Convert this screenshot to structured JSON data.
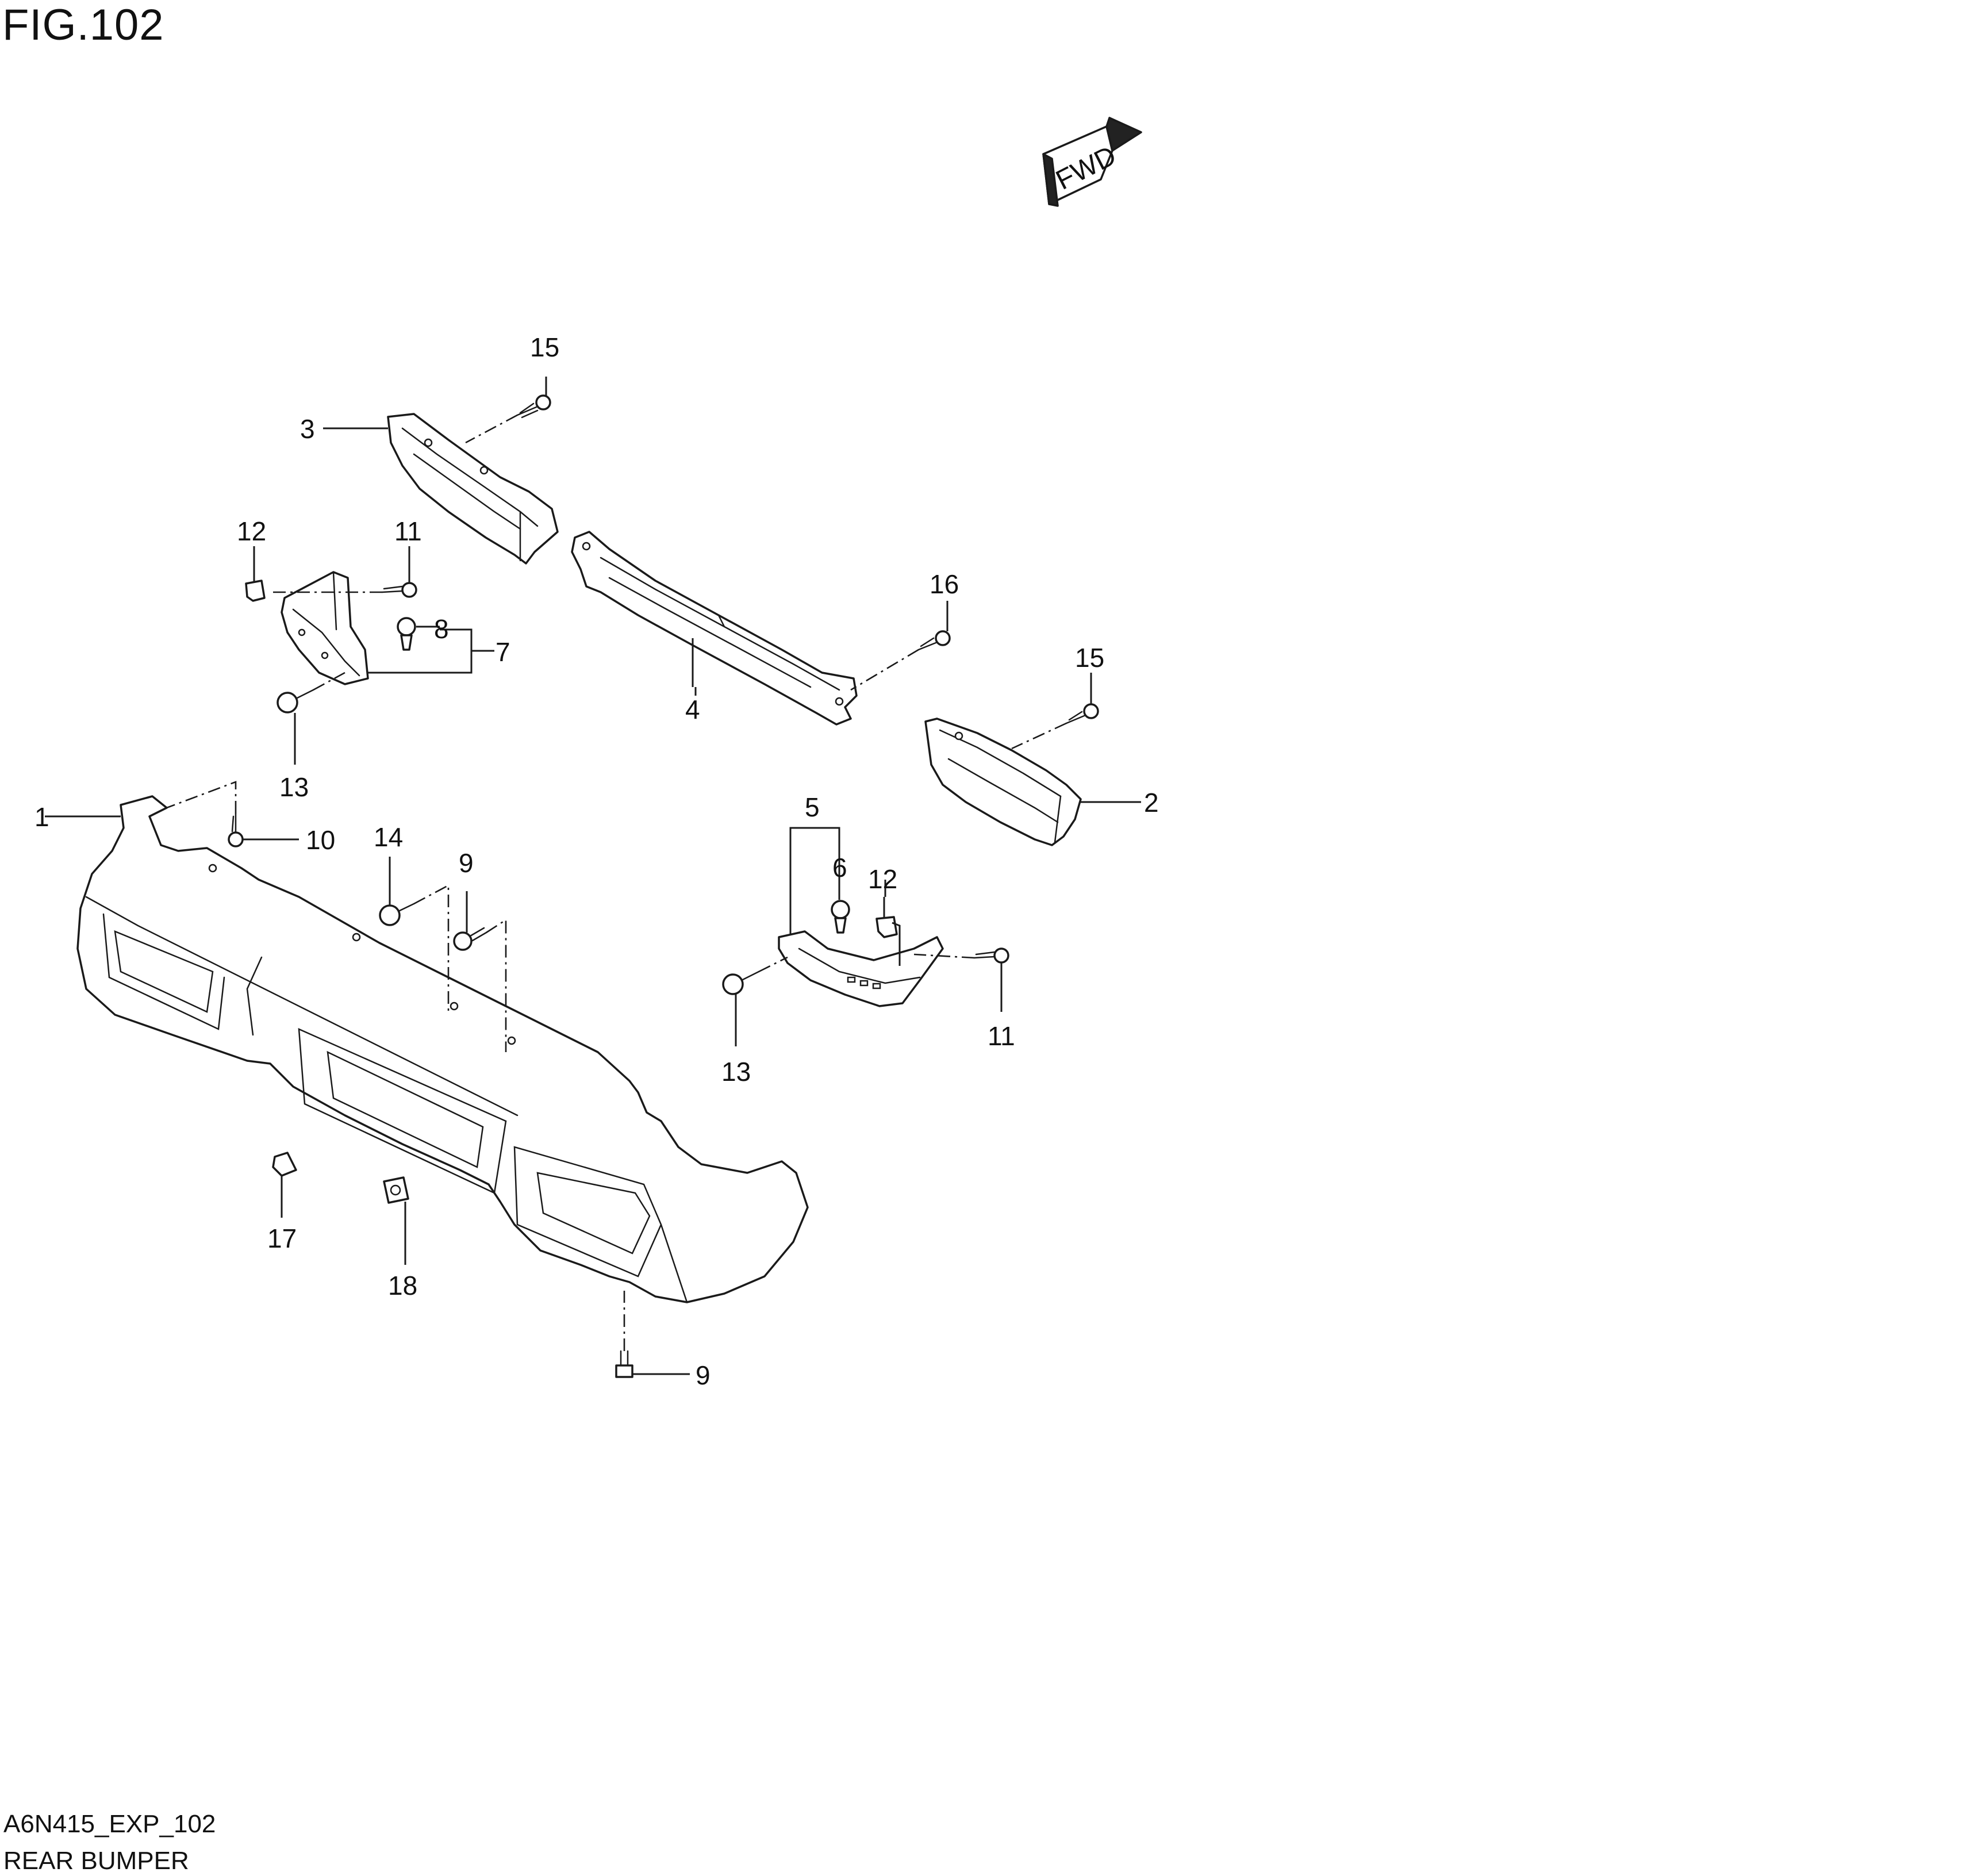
{
  "figure": {
    "title": "FIG.102",
    "code": "A6N415_EXP_102",
    "name": "REAR BUMPER"
  },
  "fwd_arrow": {
    "text": "FWD"
  },
  "callouts": [
    {
      "id": "c1",
      "label": "1"
    },
    {
      "id": "c2",
      "label": "2"
    },
    {
      "id": "c3",
      "label": "3"
    },
    {
      "id": "c4",
      "label": "4"
    },
    {
      "id": "c5",
      "label": "5"
    },
    {
      "id": "c6",
      "label": "6"
    },
    {
      "id": "c7",
      "label": "7"
    },
    {
      "id": "c8",
      "label": "8"
    },
    {
      "id": "c9a",
      "label": "9"
    },
    {
      "id": "c9b",
      "label": "9"
    },
    {
      "id": "c10",
      "label": "10"
    },
    {
      "id": "c11a",
      "label": "11"
    },
    {
      "id": "c11b",
      "label": "11"
    },
    {
      "id": "c12a",
      "label": "12"
    },
    {
      "id": "c12b",
      "label": "12"
    },
    {
      "id": "c13a",
      "label": "13"
    },
    {
      "id": "c13b",
      "label": "13"
    },
    {
      "id": "c14",
      "label": "14"
    },
    {
      "id": "c15a",
      "label": "15"
    },
    {
      "id": "c15b",
      "label": "15"
    },
    {
      "id": "c16",
      "label": "16"
    },
    {
      "id": "c17",
      "label": "17"
    },
    {
      "id": "c18",
      "label": "18"
    }
  ]
}
